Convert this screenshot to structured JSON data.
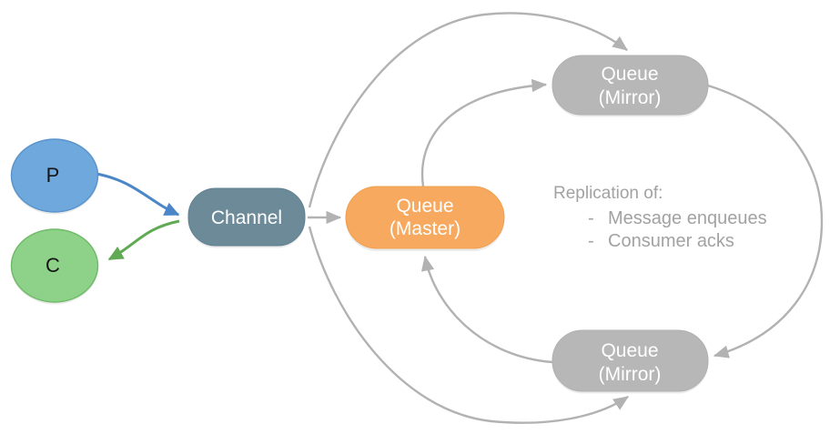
{
  "page": {
    "background": "#ffffff"
  },
  "diagram": {
    "nodes": {
      "producer": {
        "label": "P",
        "fill": "#6fa8dc",
        "stroke": "#5b94cc",
        "text_color": "#151515"
      },
      "consumer": {
        "label": "C",
        "fill": "#8ed189",
        "stroke": "#6fbc69",
        "text_color": "#151515"
      },
      "channel": {
        "label": "Channel",
        "fill": "#6d8a99",
        "stroke": "#5f8090",
        "text_color": "#ffffff"
      },
      "queue_master": {
        "line1": "Queue",
        "line2": "(Master)",
        "fill": "#f6a95f",
        "stroke": "#efa04f",
        "text_color": "#ffffff"
      },
      "queue_mirror_top": {
        "line1": "Queue",
        "line2": "(Mirror)",
        "fill": "#b7b7b7",
        "stroke": "#b0b0b0",
        "text_color": "#ffffff"
      },
      "queue_mirror_bottom": {
        "line1": "Queue",
        "line2": "(Mirror)",
        "fill": "#b7b7b7",
        "stroke": "#b0b0b0",
        "text_color": "#ffffff"
      }
    },
    "annotation": {
      "title": "Replication of:",
      "bullet": "-",
      "items": [
        "Message enqueues",
        "Consumer acks"
      ],
      "color": "#a2a2a2"
    },
    "edge_colors": {
      "publish": "#4a86c8",
      "consume": "#61aa54",
      "replication": "#b2b2b2"
    }
  }
}
